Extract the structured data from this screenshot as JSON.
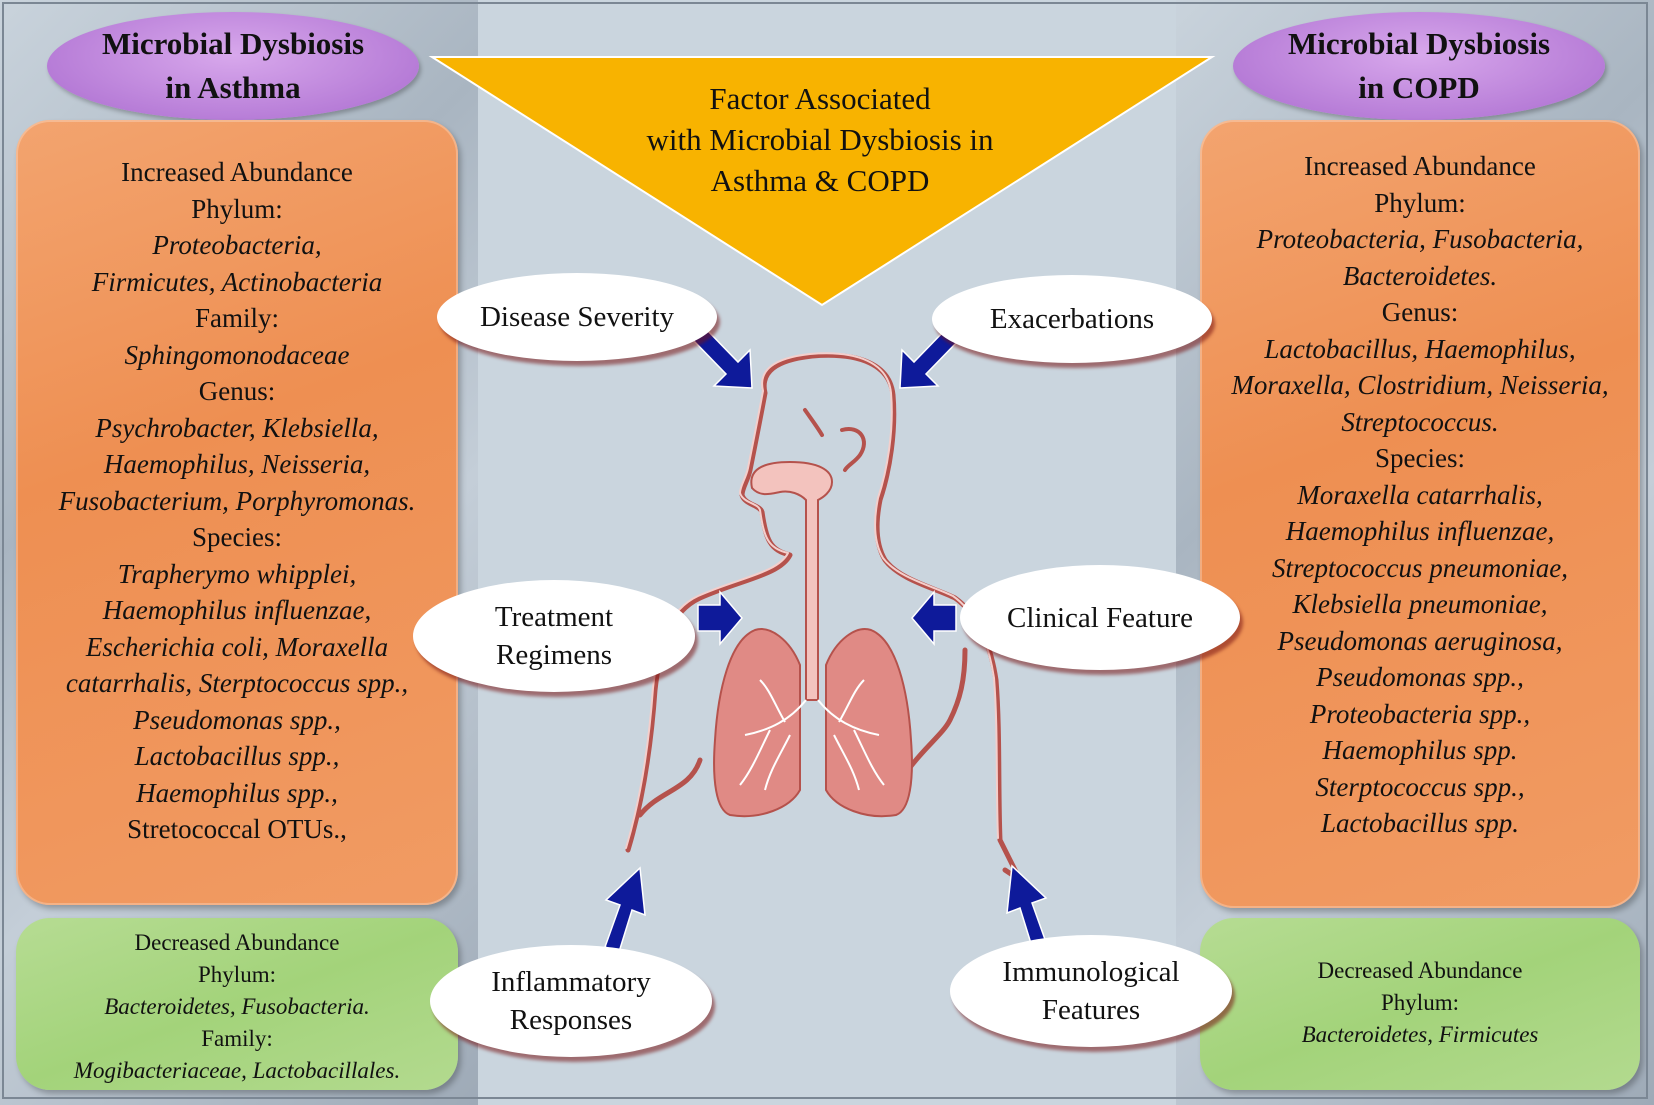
{
  "asthma": {
    "title_line1": "Microbial Dysbiosis",
    "title_line2": "in Asthma",
    "increased": [
      {
        "text": "Increased Abundance",
        "italic": false
      },
      {
        "text": "Phylum:",
        "italic": false
      },
      {
        "text": "Proteobacteria,",
        "italic": true
      },
      {
        "text": "Firmicutes, Actinobacteria",
        "italic": true
      },
      {
        "text": "Family:",
        "italic": false
      },
      {
        "text": "Sphingomonodaceae",
        "italic": true
      },
      {
        "text": "Genus:",
        "italic": false
      },
      {
        "text": "Psychrobacter, Klebsiella,",
        "italic": true
      },
      {
        "text": "Haemophilus, Neisseria,",
        "italic": true
      },
      {
        "text": "Fusobacterium, Porphyromonas.",
        "italic": true
      },
      {
        "text": "Species:",
        "italic": false
      },
      {
        "text": "Trapherymo whipplei,",
        "italic": true
      },
      {
        "text": "Haemophilus influenzae,",
        "italic": true
      },
      {
        "text": "Escherichia coli, Moraxella",
        "italic": true
      },
      {
        "text": "catarrhalis, Sterptococcus spp.,",
        "italic": true
      },
      {
        "text": "Pseudomonas spp.,",
        "italic": true
      },
      {
        "text": "Lactobacillus spp.,",
        "italic": true
      },
      {
        "text": "Haemophilus spp.,",
        "italic": true
      },
      {
        "text": "Stretococcal OTUs.,",
        "italic": false
      }
    ],
    "decreased": [
      {
        "text": "Decreased Abundance",
        "italic": false
      },
      {
        "text": "Phylum:",
        "italic": false
      },
      {
        "text": "Bacteroidetes, Fusobacteria.",
        "italic": true
      },
      {
        "text": "Family:",
        "italic": false
      },
      {
        "text": "Mogibacteriaceae, Lactobacillales.",
        "italic": true
      }
    ]
  },
  "copd": {
    "title_line1": "Microbial Dysbiosis",
    "title_line2": "in COPD",
    "increased": [
      {
        "text": "Increased Abundance",
        "italic": false
      },
      {
        "text": "Phylum:",
        "italic": false
      },
      {
        "text": "Proteobacteria, Fusobacteria,",
        "italic": true
      },
      {
        "text": "Bacteroidetes.",
        "italic": true
      },
      {
        "text": "Genus:",
        "italic": false
      },
      {
        "text": "Lactobacillus, Haemophilus,",
        "italic": true
      },
      {
        "text": "Moraxella, Clostridium, Neisseria,",
        "italic": true
      },
      {
        "text": "Streptococcus.",
        "italic": true
      },
      {
        "text": "Species:",
        "italic": false
      },
      {
        "text": "Moraxella catarrhalis,",
        "italic": true
      },
      {
        "text": "Haemophilus influenzae,",
        "italic": true
      },
      {
        "text": "Streptococcus pneumoniae,",
        "italic": true
      },
      {
        "text": "Klebsiella pneumoniae,",
        "italic": true
      },
      {
        "text": "Pseudomonas aeruginosa,",
        "italic": true
      },
      {
        "text": "Pseudomonas spp.,",
        "italic": true
      },
      {
        "text": "Proteobacteria spp.,",
        "italic": true
      },
      {
        "text": "Haemophilus spp.",
        "italic": true
      },
      {
        "text": "Sterptococcus spp.,",
        "italic": true
      },
      {
        "text": "Lactobacillus spp.",
        "italic": true
      }
    ],
    "decreased": [
      {
        "text": "Decreased Abundance",
        "italic": false
      },
      {
        "text": "Phylum:",
        "italic": false
      },
      {
        "text": "Bacteroidetes, Firmicutes",
        "italic": true
      }
    ]
  },
  "center": {
    "title_line1": "Factor Associated",
    "title_line2": "with Microbial Dysbiosis in",
    "title_line3": "Asthma & COPD",
    "factors": {
      "disease_severity": "Disease Severity",
      "exacerbations": "Exacerbations",
      "treatment_line1": "Treatment",
      "treatment_line2": "Regimens",
      "clinical_feature": "Clinical Feature",
      "inflammatory_line1": "Inflammatory",
      "inflammatory_line2": "Responses",
      "immunological_line1": "Immunological",
      "immunological_line2": "Features"
    }
  },
  "colors": {
    "triangle": "#f8b300",
    "arrow": "#0e1a9a",
    "lung": "#e08a85",
    "airway": "#f3c3be",
    "outline": "#b5524c",
    "orange_panel": "#ef9257",
    "green_panel": "#a6d47d",
    "header_oval": "#c08ae0"
  }
}
